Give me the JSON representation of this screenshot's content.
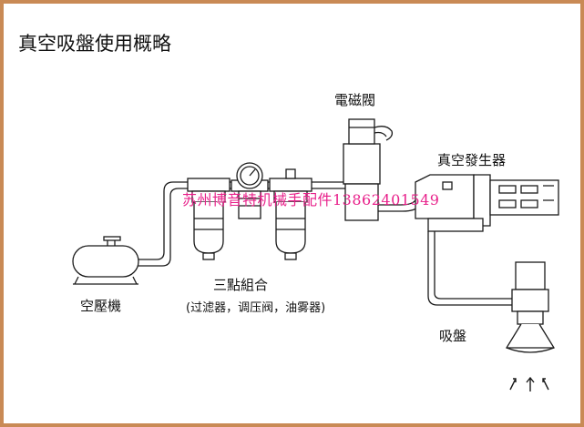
{
  "title": "真空吸盤使用概略",
  "labels": {
    "solenoid_valve": "電磁閥",
    "vacuum_generator": "真空發生器",
    "frl_unit": "三點組合",
    "frl_detail": "(过滤器，调压阀，油雾器)",
    "air_compressor": "空壓機",
    "suction_cup": "吸盤"
  },
  "watermark": "苏州博音特机械手配件13862401549",
  "colors": {
    "border": "#c98a55",
    "line": "#1a1a1a",
    "watermark": "#e8208a"
  }
}
